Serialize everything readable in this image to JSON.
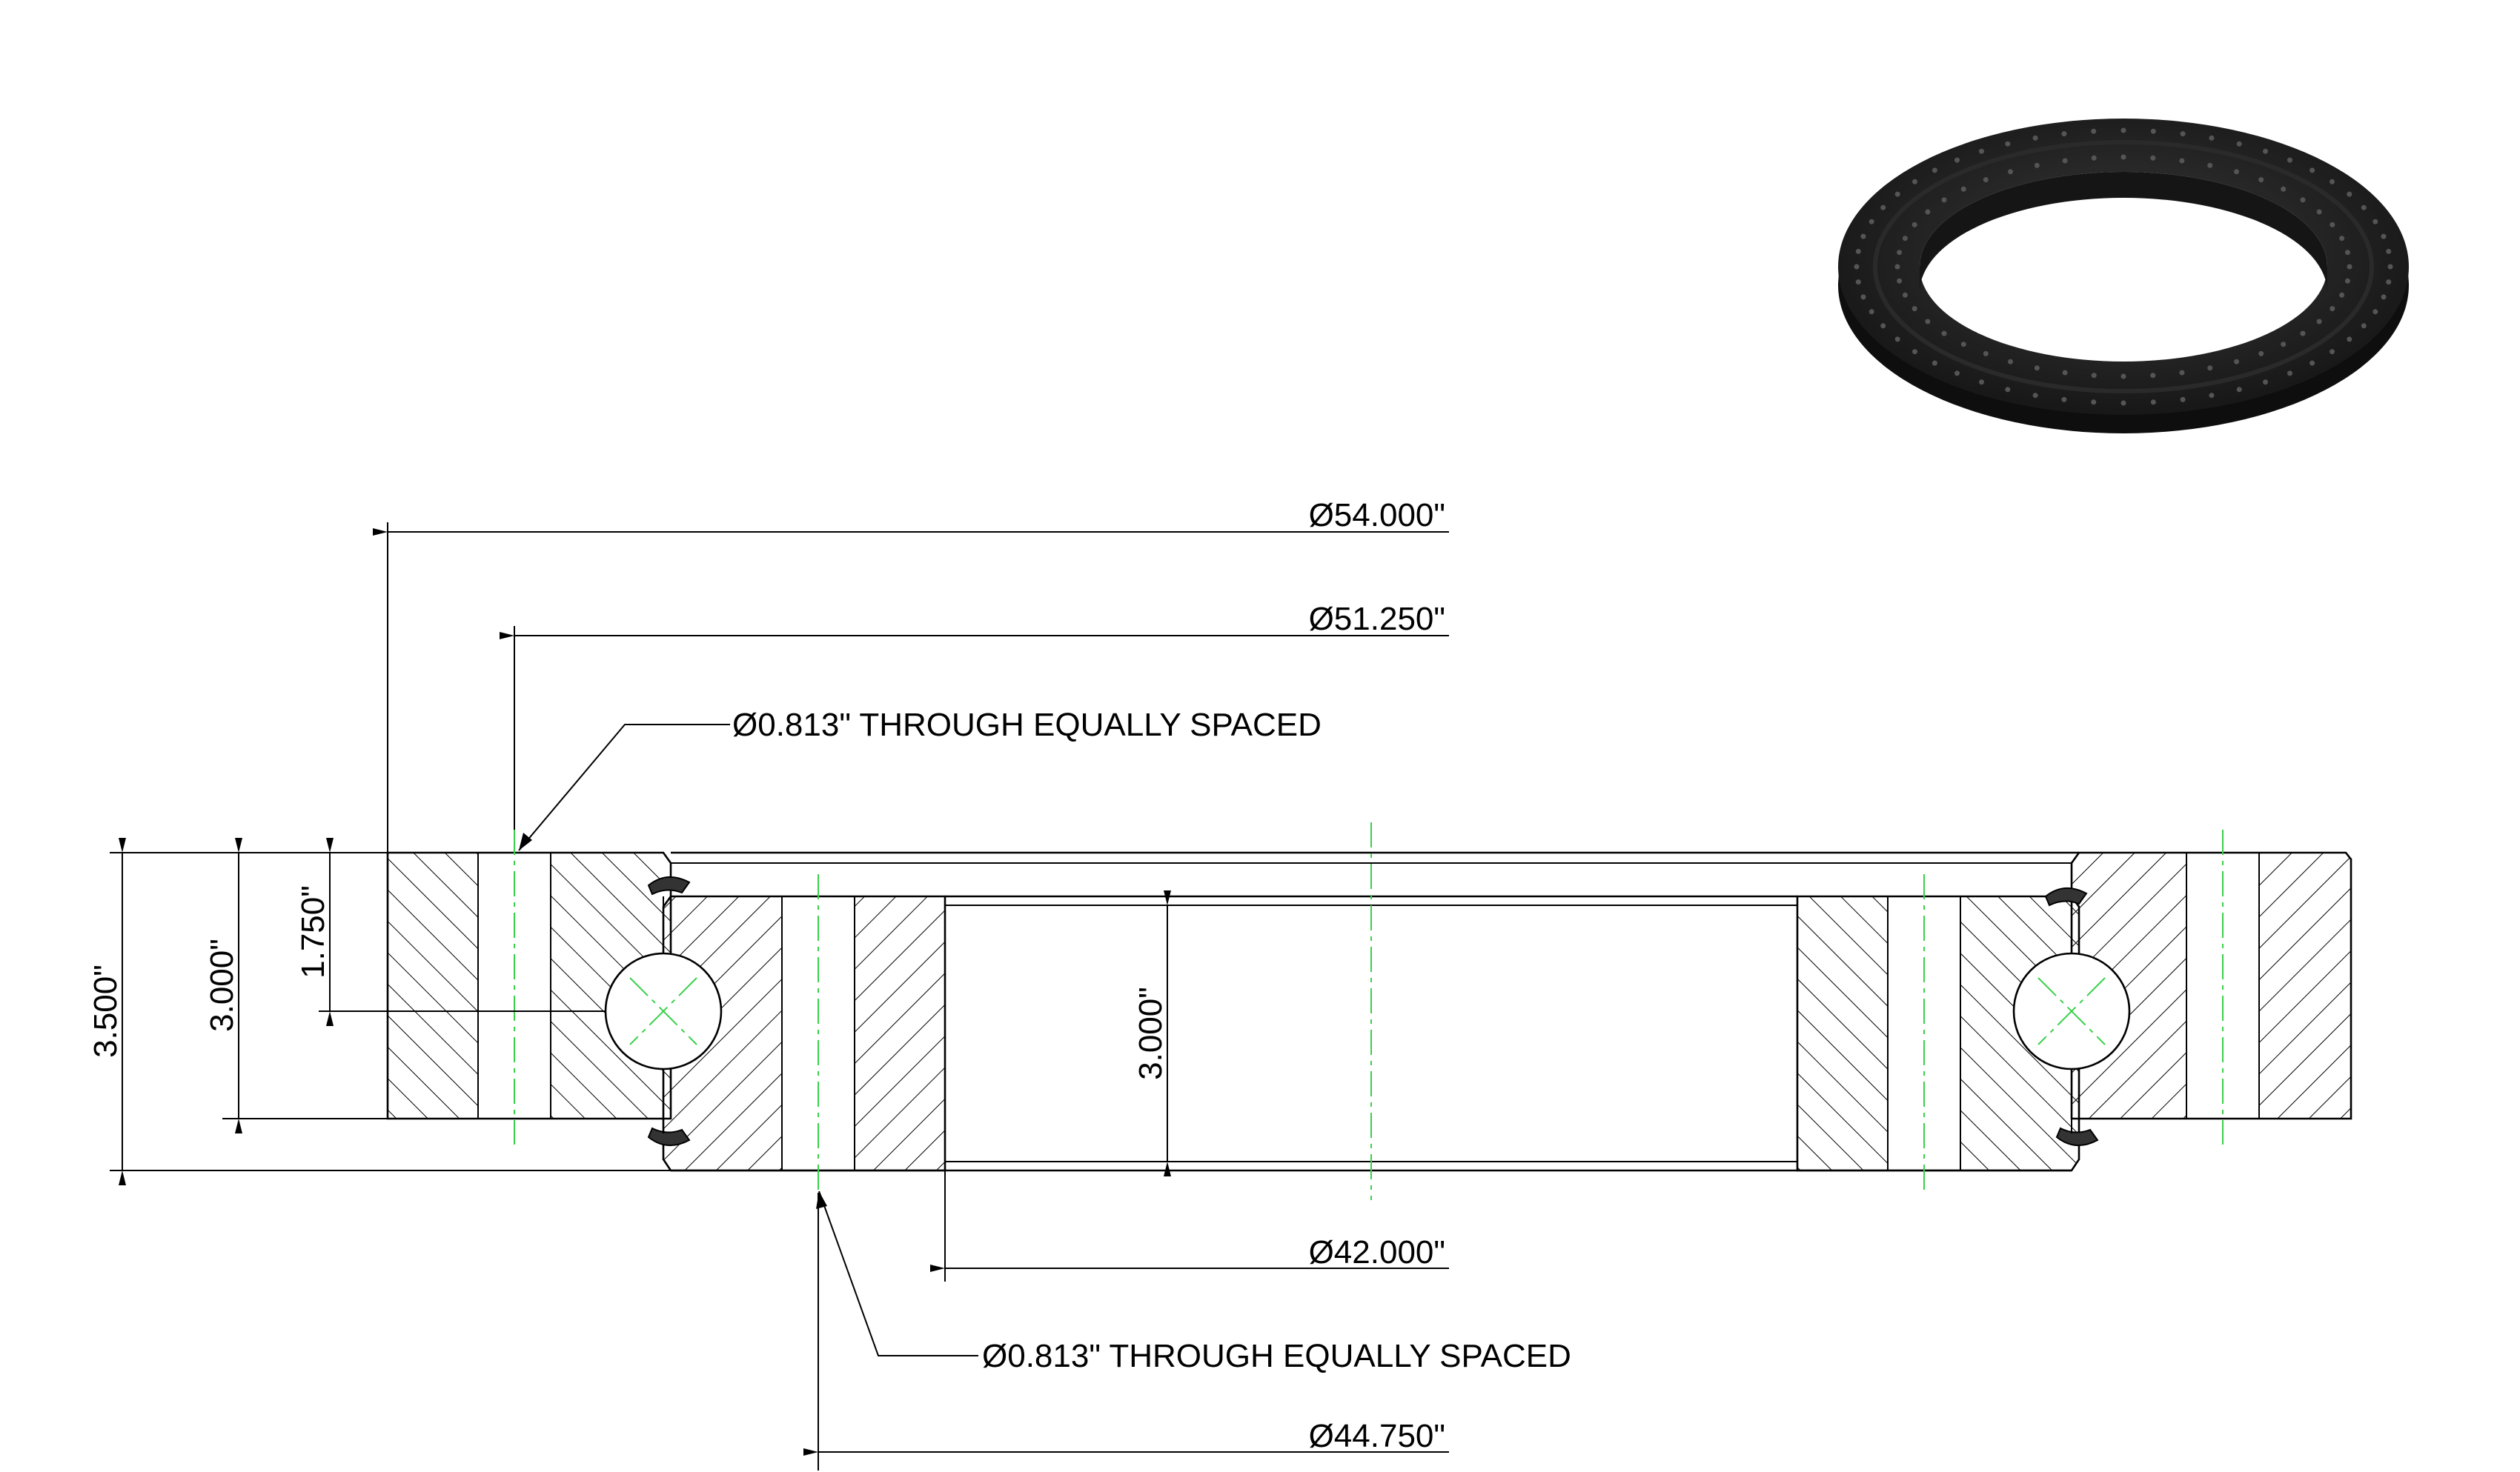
{
  "diagram": {
    "dimensions": {
      "outer_diameter": "Ø54.000\"",
      "outer_bolt_circle": "Ø51.250\"",
      "outer_hole_note": "Ø0.813\" THROUGH EQUALLY SPACED",
      "inner_diameter": "Ø42.000\"",
      "inner_hole_note": "Ø0.813\" THROUGH EQUALLY SPACED",
      "inner_bolt_circle": "Ø44.750\"",
      "total_height": "3.500\"",
      "outer_ring_height": "3.000\"",
      "ball_center_height": "1.750\"",
      "inner_ring_height": "3.000\""
    },
    "colors": {
      "line": "#000000",
      "centerline": "#3ad04a",
      "ring_render": "#1c1c1c"
    },
    "iso_view_icon": "bearing-ring-3d-render"
  }
}
